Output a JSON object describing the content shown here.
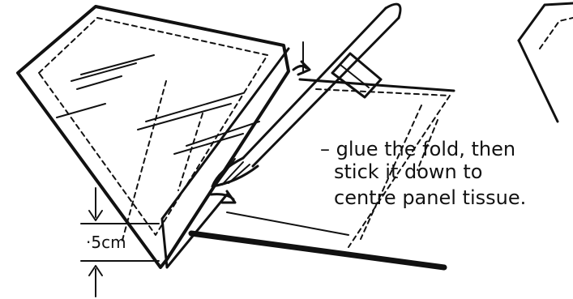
{
  "annotation": {
    "line1": "– glue the fold, then",
    "line2": "stick it down to",
    "line3": "centre panel tissue."
  },
  "dimension": {
    "label": "·5cm"
  }
}
